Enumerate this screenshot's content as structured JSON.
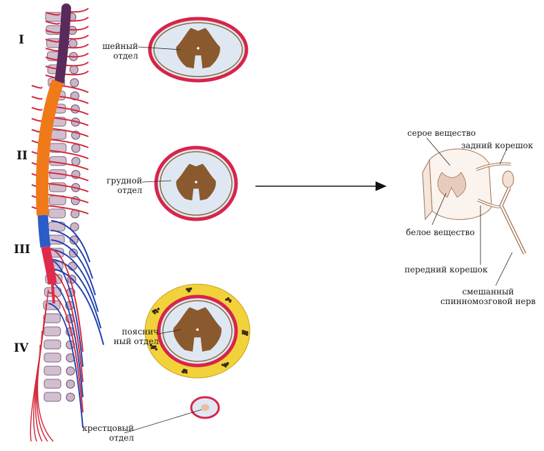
{
  "colors": {
    "cervical": "#5a2a5c",
    "thoracic": "#f07a1a",
    "lumbar": "#2c5cc8",
    "sacral": "#e02a4a",
    "nerve_red": "#d42a3a",
    "nerve_blue": "#2040b0",
    "gray_matter": "#8a5a2e",
    "white_matter": "#dfe8f2",
    "dura": "#d8244a",
    "fat": "#f2d23a",
    "vertebra": "#c9b4c8"
  },
  "regions": [
    {
      "numeral": "I",
      "label": [
        "шейный",
        "отдел"
      ]
    },
    {
      "numeral": "II",
      "label": [
        "грудной",
        "отдел"
      ]
    },
    {
      "numeral": "III"
    },
    {
      "numeral": "IV",
      "label": [
        "пояснич",
        "ный отдел"
      ]
    },
    {
      "label": [
        "крестцовый",
        "отдел"
      ]
    }
  ],
  "detail": {
    "labels": {
      "gray": "серое вещество",
      "dorsal_root": "задний корешок",
      "white": "белое вещество",
      "ventral_root": "передний корешок",
      "mixed_nerve": [
        "смешанный",
        "спинномозговой нерв"
      ]
    }
  }
}
